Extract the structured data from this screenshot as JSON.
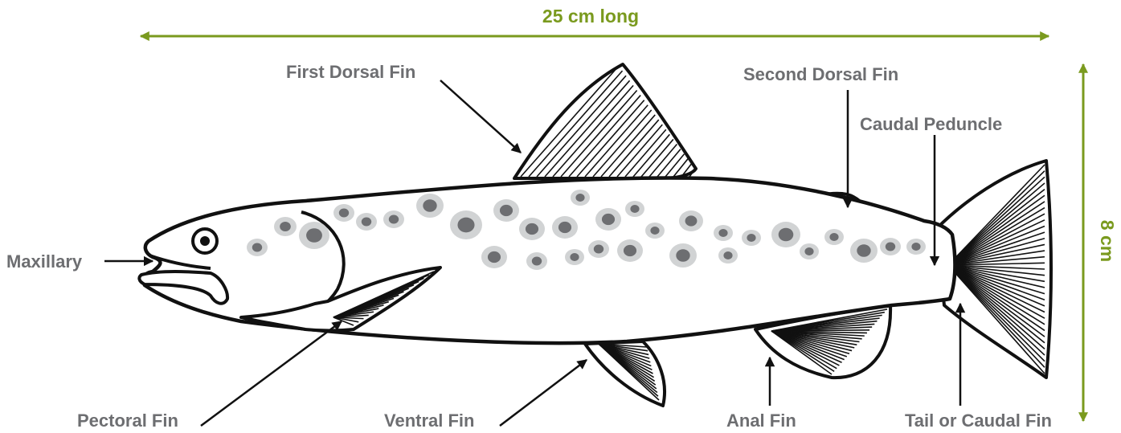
{
  "dimensions": {
    "length": "25 cm long",
    "height": "8 cm",
    "color": "#7a9a1e"
  },
  "labels": {
    "maxillary": "Maxillary",
    "first_dorsal_fin": "First Dorsal Fin",
    "second_dorsal_fin": "Second Dorsal Fin",
    "caudal_peduncle": "Caudal Peduncle",
    "pectoral_fin": "Pectoral Fin",
    "ventral_fin": "Ventral Fin",
    "anal_fin": "Anal Fin",
    "tail_or_caudal_fin": "Tail or Caudal Fin"
  },
  "colors": {
    "label_text": "#6d6e71",
    "outline": "#111111",
    "spot_outer": "#d1d3d4",
    "spot_inner": "#6d6e71"
  }
}
